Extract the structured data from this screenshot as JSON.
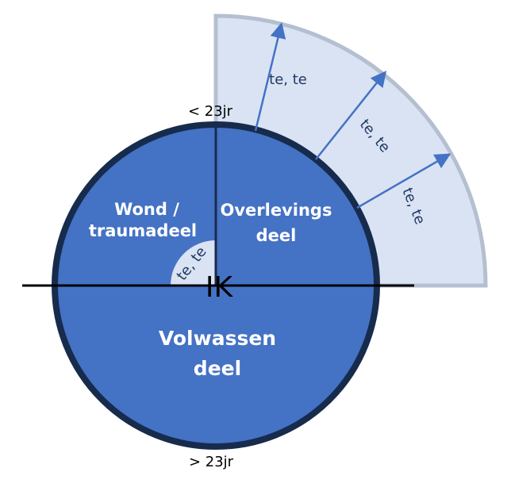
{
  "labels": {
    "top_age": "< 23jr",
    "bottom_age": "> 23jr",
    "wound_part": [
      "Wond /",
      "traumadeel"
    ],
    "survival_part": [
      "Overlevings",
      "deel"
    ],
    "adult_part": [
      "Volwassen",
      "deel"
    ],
    "self": "IK",
    "inner_arc": "te, te",
    "ring_arrow_1": "te, te",
    "ring_arrow_2": "te, te",
    "ring_arrow_3": "te, te"
  },
  "colors": {
    "circle_fill": "#4472c4",
    "circle_border": "#172b4d",
    "ring_fill": "#dae3f3",
    "ring_border": "#b4bfd0",
    "arrow": "#4472c4"
  }
}
